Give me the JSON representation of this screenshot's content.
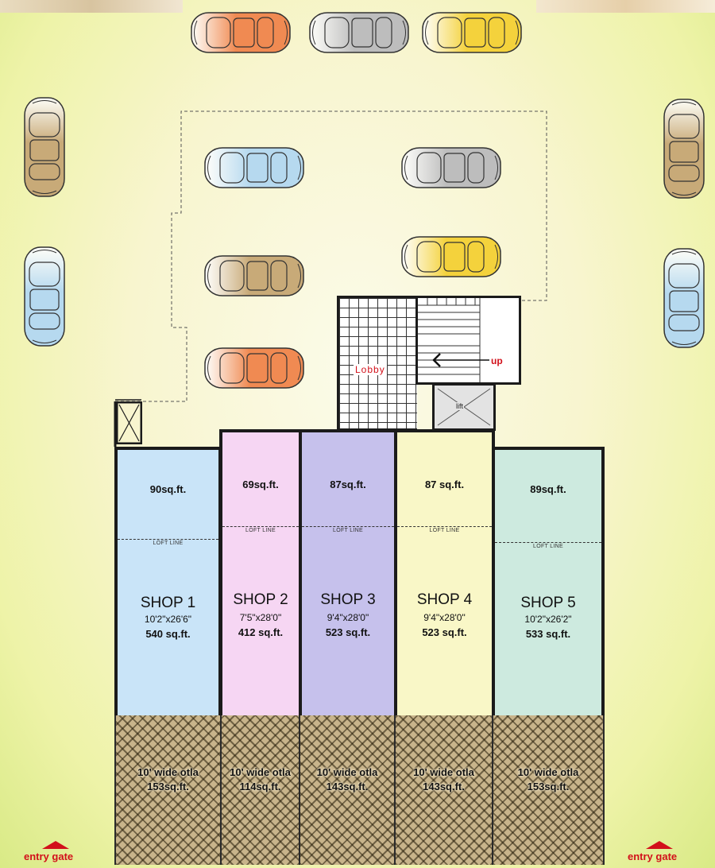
{
  "lobby": {
    "label": "Lobby"
  },
  "stairs": {
    "up_label": "up"
  },
  "lift": {
    "label": "lift"
  },
  "loft_line_label": "LOFT LINE",
  "shops": [
    {
      "name": "SHOP 1",
      "dims": "10'2\"x26'6\"",
      "area": "540 sq.ft.",
      "loft_area": "90sq.ft.",
      "color": "#c9e4f8",
      "otla_width": "10' wide otla",
      "otla_area": "153sq.ft."
    },
    {
      "name": "SHOP 2",
      "dims": "7'5\"x28'0\"",
      "area": "412 sq.ft.",
      "loft_area": "69sq.ft.",
      "color": "#f6d6f3",
      "otla_width": "10' wide otla",
      "otla_area": "114sq.ft."
    },
    {
      "name": "SHOP 3",
      "dims": "9'4\"x28'0\"",
      "area": "523 sq.ft.",
      "loft_area": "87sq.ft.",
      "color": "#c6c1ec",
      "otla_width": "10' wide otla",
      "otla_area": "143sq.ft."
    },
    {
      "name": "SHOP 4",
      "dims": "9'4\"x28'0\"",
      "area": "523 sq.ft.",
      "loft_area": "87 sq.ft.",
      "color": "#f9f7c7",
      "otla_width": "10' wide otla",
      "otla_area": "143sq.ft."
    },
    {
      "name": "SHOP 5",
      "dims": "10'2\"x26'2\"",
      "area": "533 sq.ft.",
      "loft_area": "89sq.ft.",
      "color": "#cdeadf",
      "otla_width": "10' wide otla",
      "otla_area": "153sq.ft."
    }
  ],
  "entry_gates": [
    "entry gate",
    "entry gate"
  ],
  "car_colors": {
    "orange": "#f08a52",
    "grey": "#bdbdbd",
    "yellow": "#f4d23c",
    "tan": "#c8aa78",
    "blue": "#b6d9ef"
  }
}
